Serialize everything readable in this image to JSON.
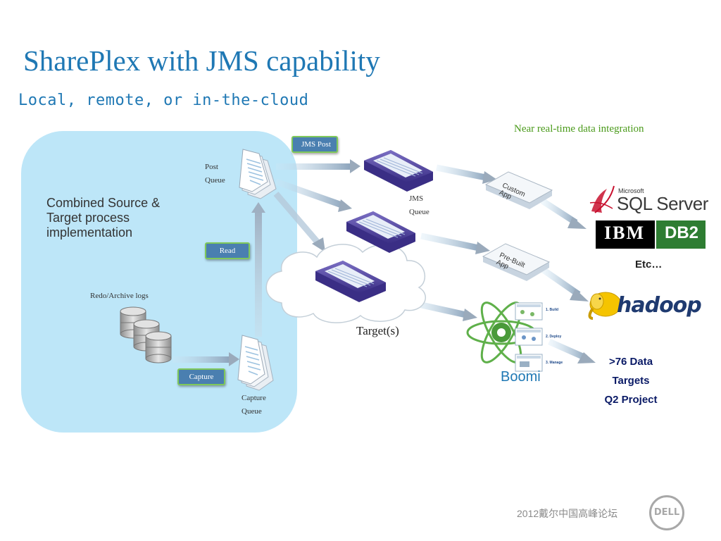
{
  "title": "SharePlex with JMS capability",
  "subtitle": "Local, remote, or in-the-cloud",
  "annotation": "Near real-time data integration",
  "source_panel": {
    "description": "Combined Source & Target process implementation",
    "redo_logs_label": "Redo/Archive logs",
    "post_queue_line1": "Post",
    "post_queue_line2": "Queue",
    "capture_queue_line1": "Capture",
    "capture_queue_line2": "Queue",
    "capture_button": "Capture",
    "read_button": "Read"
  },
  "jms_post_button": "JMS Post",
  "jms_queue_line1": "JMS",
  "jms_queue_line2": "Queue",
  "targets_label": "Target(s)",
  "apps": {
    "custom_line1": "Custom",
    "custom_line2": "App",
    "prebuilt_line1": "Pre-Built",
    "prebuilt_line2": "App"
  },
  "boomi": {
    "name": "Boomi",
    "steps": [
      "1. Build",
      "2. Deploy",
      "3. Manage"
    ]
  },
  "logos": {
    "microsoft": "Microsoft",
    "sql_server": "SQL Server",
    "ibm": "IBM",
    "db2": "DB2",
    "hadoop": "hadoop"
  },
  "etc_label": "Etc…",
  "data_targets": {
    "line1": ">76 Data",
    "line2": "Targets",
    "line3": "Q2 Project"
  },
  "footer": "2012戴尔中国高峰论坛",
  "dell_logo": "DELL",
  "colors": {
    "title_blue": "#1f78b4",
    "panel_blue": "#bde6f8",
    "queue_purple": "#4a3c9a",
    "annotation_green": "#4a9a1a",
    "button_blue": "#4a7fb0"
  }
}
